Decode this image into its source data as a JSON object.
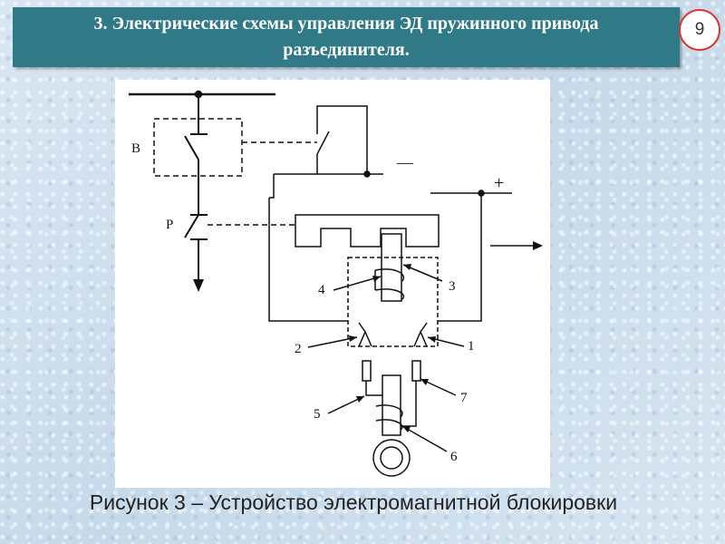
{
  "slide": {
    "title": "3. Электрические схемы управления ЭД пружинного привода разъединителя.",
    "page_number": "9",
    "caption": "Рисунок 3 –  Устройство электромагнитной блокировки"
  },
  "diagram": {
    "labels": {
      "switch_b": "В",
      "switch_p": "Р",
      "minus": "—",
      "plus": "+",
      "n1": "1",
      "n2": "2",
      "n3": "3",
      "n4": "4",
      "n5": "5",
      "n6": "6",
      "n7": "7"
    }
  }
}
